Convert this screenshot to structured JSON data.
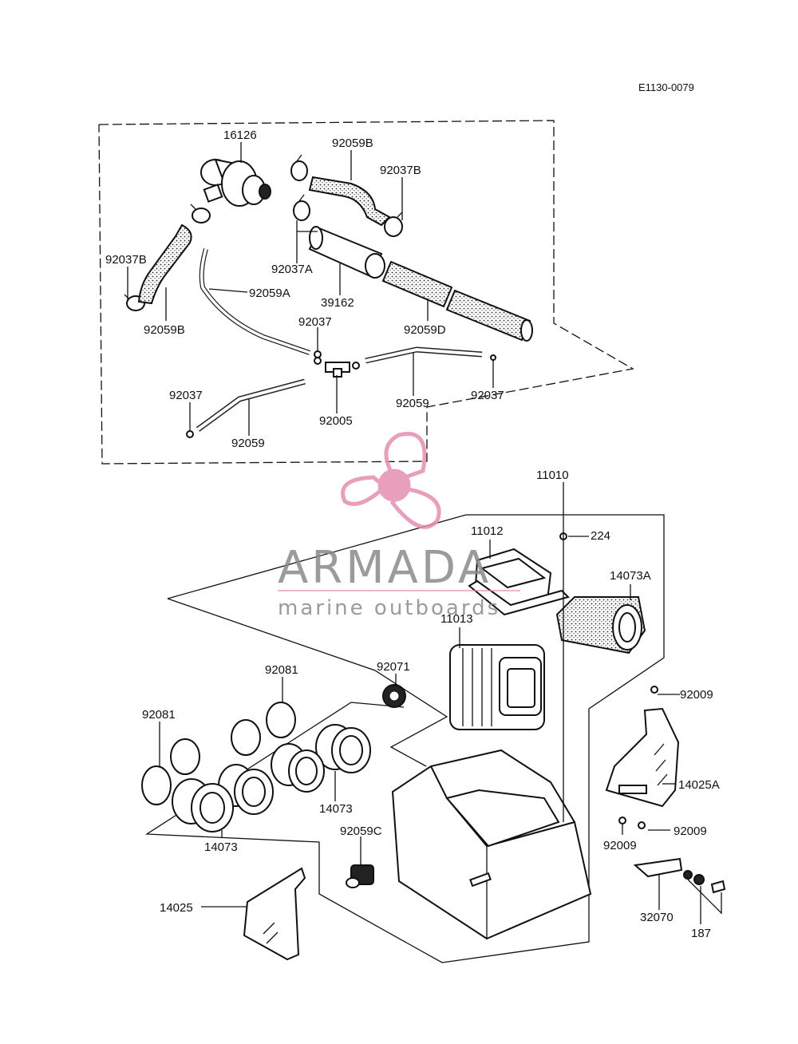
{
  "diagram_code": "E1130-0079",
  "watermark": {
    "brand": "ARMADA",
    "tagline": "marine outboards",
    "colors": {
      "logo_pink": "#e58fb0",
      "text_gray": "#8a8a8a"
    }
  },
  "parts": {
    "p16126": "16126",
    "p92059B_top": "92059B",
    "p92037B_top": "92037B",
    "p92037B_left": "92037B",
    "p92037A": "92037A",
    "p92059A": "92059A",
    "p39162": "39162",
    "p92059B_left": "92059B",
    "p92037_mid": "92037",
    "p92059D": "92059D",
    "p92037_left": "92037",
    "p92059_right": "92059",
    "p92037_right": "92037",
    "p92005": "92005",
    "p92059_left": "92059",
    "p11010": "11010",
    "p11012": "11012",
    "p224": "224",
    "p14073A": "14073A",
    "p11013": "11013",
    "p92081_top": "92081",
    "p92071": "92071",
    "p92081_left": "92081",
    "p92009_top": "92009",
    "p14025A": "14025A",
    "p14073_right": "14073",
    "p14073_left": "14073",
    "p92059C": "92059C",
    "p92009_bl": "92009",
    "p92009_br": "92009",
    "p14025": "14025",
    "p32070": "32070",
    "p187": "187"
  }
}
